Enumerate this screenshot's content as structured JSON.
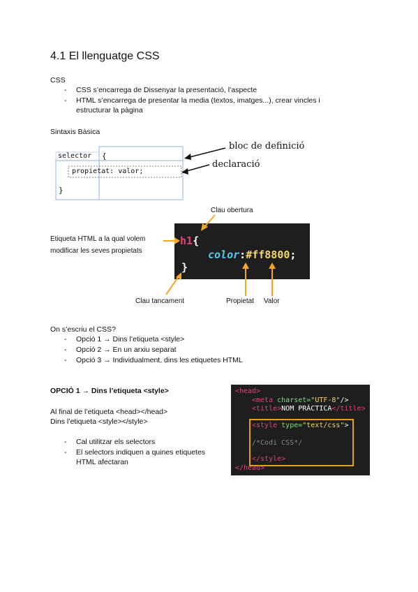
{
  "heading": "4.1 El llenguatge CSS",
  "section_css": {
    "title": "CSS",
    "items": [
      "CSS s’encarrega de Dissenyar la presentació, l’aspecte",
      "HTML s’encarrega de presentar la media (textos, imatges...), crear vincles i",
      "estructurar la pàgina"
    ]
  },
  "sintaxis": {
    "title": "Sintaxis Bàsica",
    "selector": "selector",
    "open_brace": "{",
    "declaration": "propietat: valor;",
    "close_brace": "}",
    "label_block": "bloc de definició",
    "label_decl": "declaració"
  },
  "diagram2": {
    "label_open": "Clau obertura",
    "label_tag_1": "Etiqueta HTML a la qual volem",
    "label_tag_2": "modificar les seves propietats",
    "code_tag": "h1",
    "code_open": "{",
    "code_prop": "color",
    "code_colon": ":",
    "code_value": "#ff8800",
    "code_semi": ";",
    "code_close": "}",
    "label_close": "Clau tancament",
    "label_prop": "Propietat",
    "label_value": "Valor"
  },
  "on": {
    "title": "On s’escriu el CSS?",
    "items": [
      "Opció 1 → Dins l’etiqueta <style>",
      "Opció 2 → En un arxiu separat",
      "Opció 3 → Individualment, dins les etiquetes HTML"
    ]
  },
  "opcio1": {
    "title": "OPCIÓ 1 → Dins l’etiqueta <style>",
    "line1": "Al final de l’etiqueta <head></head>",
    "line2": "Dins l’etiqueta <style></style>",
    "items": [
      "Cal utilitzar els selectors",
      "El selectors indiquen a quines etiquetes",
      "HTML afectaran"
    ]
  },
  "code_sample": {
    "head_open": "<head>",
    "meta_tag": "<meta",
    "meta_attr": "charset=",
    "meta_val": "\"UTF-8\"",
    "meta_close": "/>",
    "title_open": "<title>",
    "title_text": "NOM PRÀCTICA",
    "title_close": "</title>",
    "style_open": "<style",
    "style_attr": "type=",
    "style_val": "\"text/css\"",
    "style_gt": ">",
    "comment": "/*Codi CSS*/",
    "style_close": "</style>",
    "head_close": "</head>"
  },
  "colors": {
    "accent_orange": "#f5a623",
    "code_bg": "#1e1e1e",
    "pink": "#e4407a",
    "cyan": "#5ac8e8",
    "yellow": "#f5d76e"
  }
}
